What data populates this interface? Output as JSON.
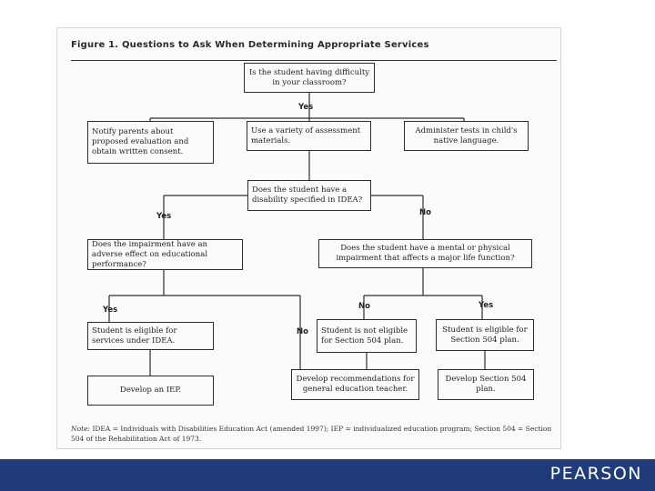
{
  "figure": {
    "title": "Figure 1. Questions to Ask When Determining Appropriate Services"
  },
  "boxes": {
    "q1": "Is the student having difficulty in your classroom?",
    "notify": "Notify parents about proposed evaluation and obtain written consent.",
    "assess": "Use a variety of assessment materials.",
    "tests": "Administer tests in child's native language.",
    "q2": "Does the student have a disability specified in IDEA?",
    "q3": "Does the impairment have an adverse effect on educational performance?",
    "q4": "Does the student have a mental or physical impairment that affects a major life function?",
    "eligible_idea": "Student is eligible for services under IDEA.",
    "not_504": "Student is not eligible for Section 504 plan.",
    "eligible_504": "Student is eligible for Section 504 plan.",
    "iep": "Develop an IEP.",
    "recommend": "Develop recommendations for general education teacher.",
    "develop_504": "Develop Section 504 plan."
  },
  "labels": {
    "yes1": "Yes",
    "yes2": "Yes",
    "no2": "No",
    "yes3": "Yes",
    "no3": "No",
    "no4": "No",
    "yes4": "Yes"
  },
  "note": {
    "prefix": "Note:",
    "text": "IDEA = Individuals with Disabilities Education Act (amended 1997); IEP = individualized education program; Section 504 = Section 504 of the Rehabilitation Act of 1973."
  },
  "footer": {
    "logo": "PEARSON"
  },
  "colors": {
    "footer_bar": "#1f3c78",
    "logo_text": "#ffffff"
  }
}
